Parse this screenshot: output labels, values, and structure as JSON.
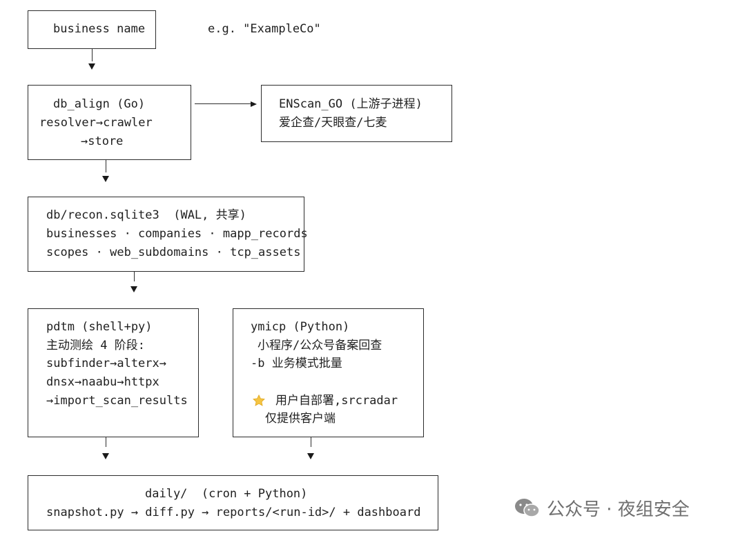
{
  "start": {
    "label": "business name",
    "note": "e.g. \"ExampleCo\""
  },
  "db_align": {
    "line1": "db_align (Go)",
    "line2": "resolver→crawler",
    "line3": "→store"
  },
  "enscan": {
    "line1": "ENScan_GO (上游子进程)",
    "line2": "爱企查/天眼查/七麦"
  },
  "db": {
    "line1": "db/recon.sqlite3  (WAL, 共享)",
    "line2": "businesses · companies · mapp_records",
    "line3": "scopes · web_subdomains · tcp_assets"
  },
  "pdtm": {
    "line1": "pdtm (shell+py)",
    "line2": "主动测绘 4 阶段:",
    "line3": "subfinder→alterx→",
    "line4": "dnsx→naabu→httpx",
    "line5": "→import_scan_results"
  },
  "ymicp": {
    "line1": "ymicp (Python)",
    "line2": "小程序/公众号备案回查",
    "line3": "-b 业务模式批量",
    "line4": "用户自部署,srcradar",
    "line5": "仅提供客户端"
  },
  "daily": {
    "line1": "daily/  (cron + Python)",
    "line2": "snapshot.py → diff.py → reports/<run-id>/ + dashboard"
  },
  "watermark": {
    "text": "公众号 · 夜组安全"
  }
}
